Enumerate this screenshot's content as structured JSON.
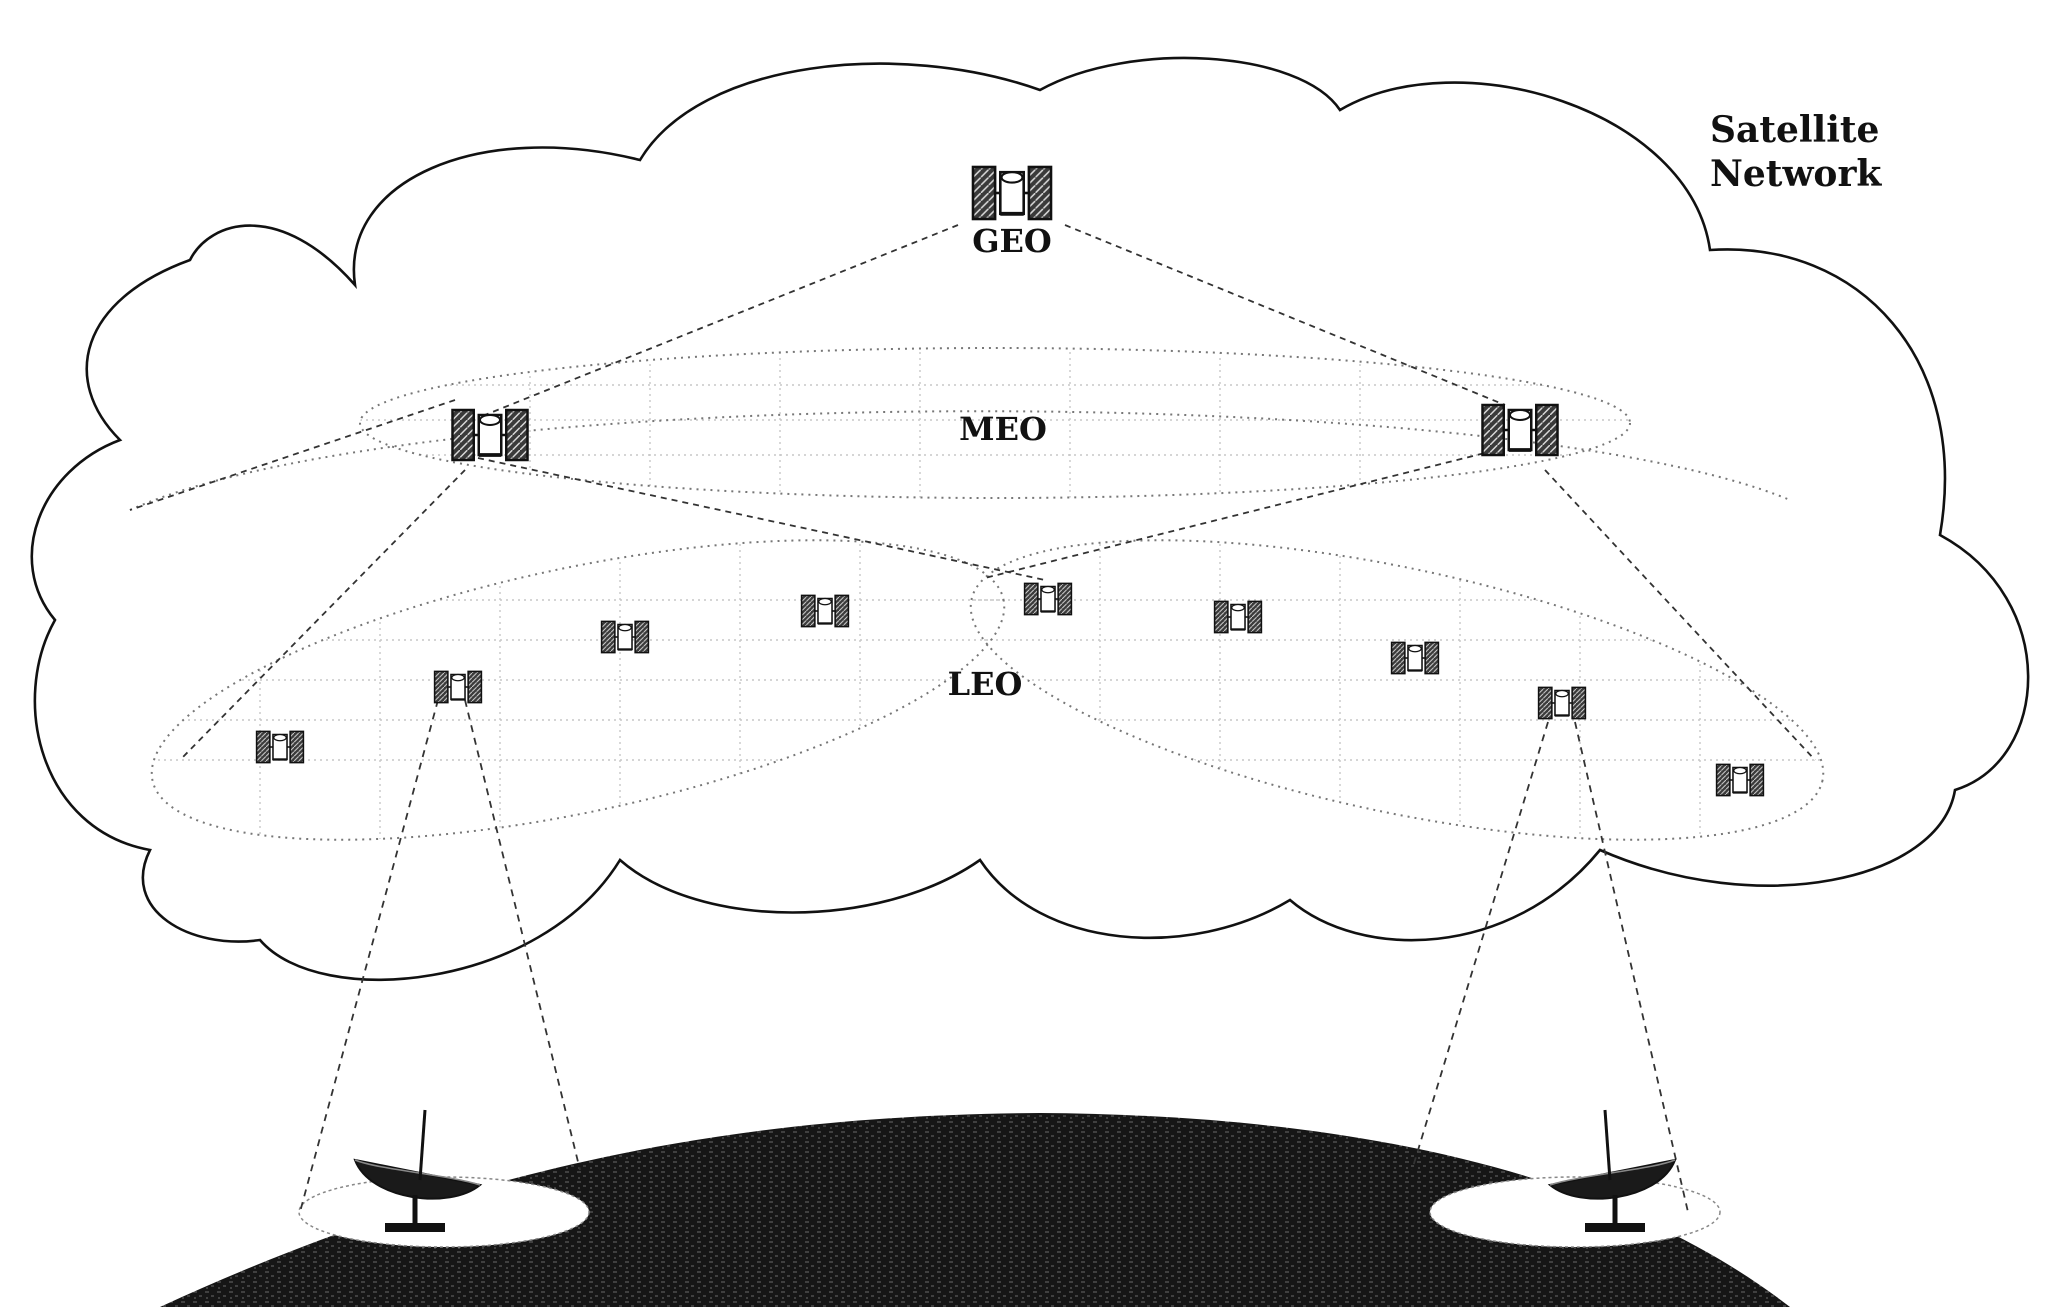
{
  "title_lines": [
    "Satellite",
    "Network"
  ],
  "labels": {
    "geo": "GEO",
    "meo": "MEO",
    "leo": "LEO"
  },
  "icons": [
    "satellite-icon",
    "ground-station-dish-icon"
  ],
  "colors": {
    "line": "#111111",
    "earth": "#1a1a1a",
    "grid": "#c7c7c7",
    "background": "#ffffff"
  }
}
